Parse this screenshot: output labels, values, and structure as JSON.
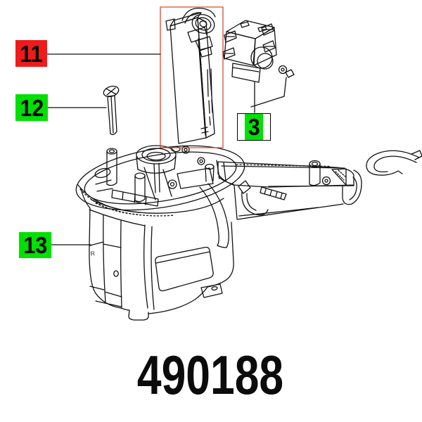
{
  "diagram": {
    "part_number": "490188",
    "housing_mark": "R",
    "callouts": [
      {
        "id": "11",
        "label": "11",
        "highlight": "red",
        "boxed": false
      },
      {
        "id": "12",
        "label": "12",
        "highlight": "green",
        "boxed": false
      },
      {
        "id": "3",
        "label": "3",
        "highlight": "green",
        "boxed": true
      },
      {
        "id": "13",
        "label": "13",
        "highlight": "green",
        "boxed": false
      }
    ],
    "colors": {
      "red": "#ee1b1b",
      "green": "#00e003",
      "highlight_outline": "#d94a2b",
      "line": "#111111"
    }
  }
}
